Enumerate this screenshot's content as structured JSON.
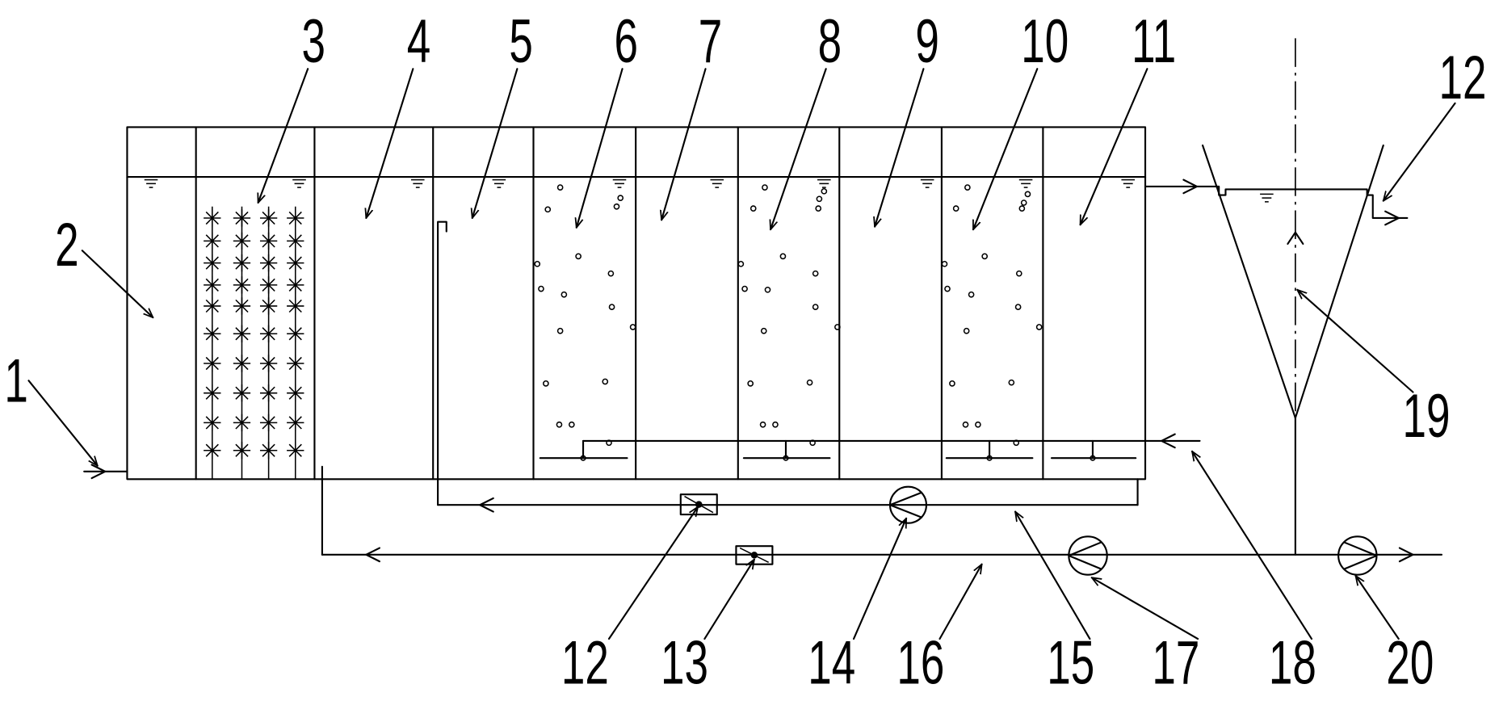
{
  "figure": {
    "callouts_top": [
      "3",
      "4",
      "5",
      "6",
      "7",
      "8",
      "9",
      "10",
      "11",
      "12"
    ],
    "callouts_left": [
      "2",
      "1"
    ],
    "callouts_right": [
      "19"
    ],
    "callouts_bottom": [
      "12",
      "13",
      "14",
      "16",
      "15",
      "17",
      "18",
      "20"
    ]
  },
  "colors": {
    "line": "#000000",
    "background": "#ffffff"
  }
}
